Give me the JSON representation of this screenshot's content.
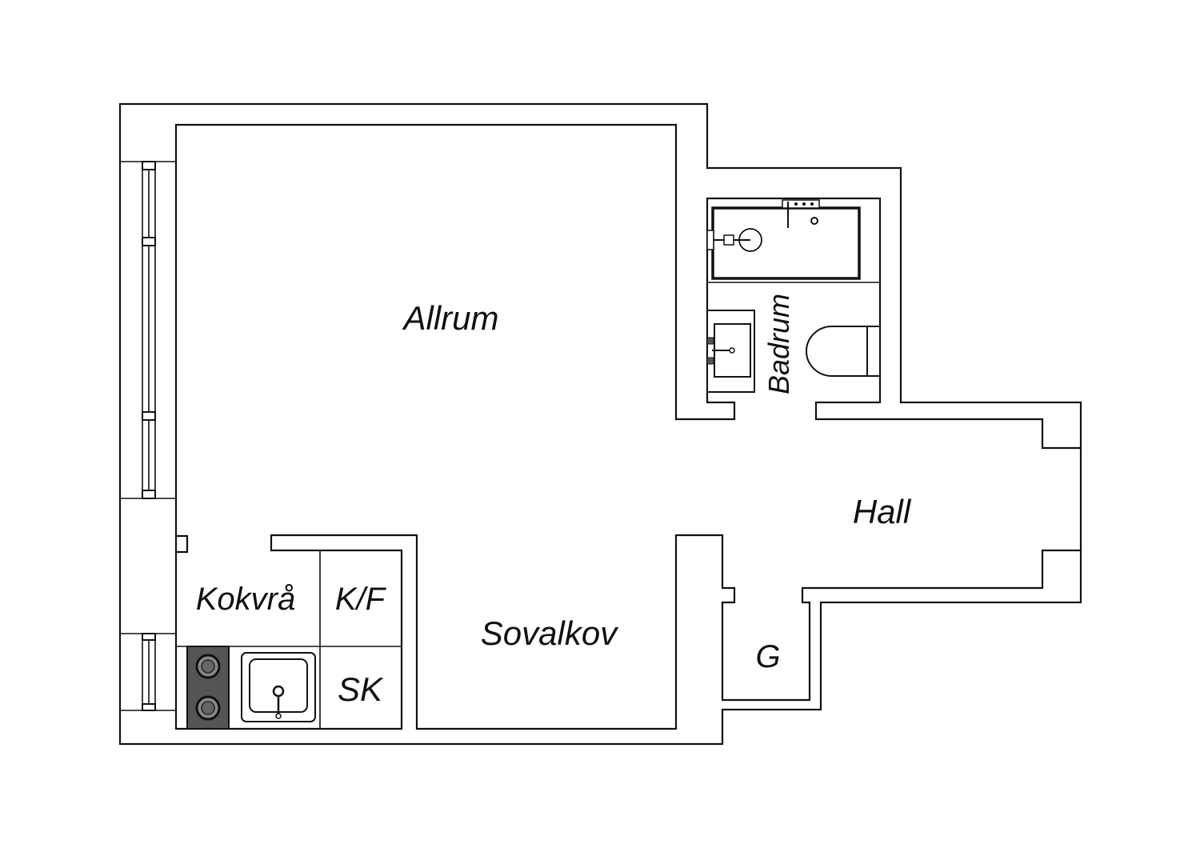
{
  "rooms": {
    "allrum": "Allrum",
    "badrum": "Badrum",
    "hall": "Hall",
    "kokvra": "Kokvrå",
    "kf": "K/F",
    "sovalkov": "Sovalkov",
    "sk": "SK",
    "g": "G"
  },
  "colors": {
    "line": "#111111",
    "background": "#ffffff",
    "stove": "#555555"
  }
}
